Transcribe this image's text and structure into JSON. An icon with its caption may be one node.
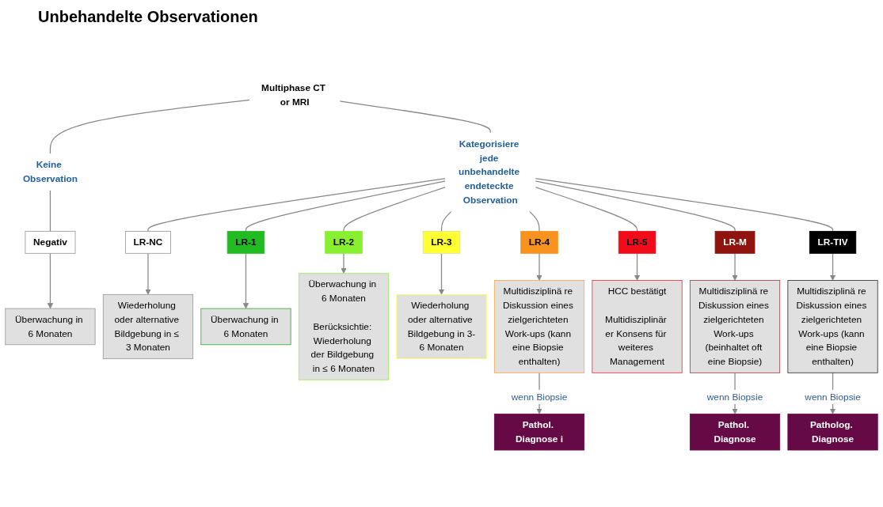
{
  "diagram": {
    "title": "Unbehandelte Observationen",
    "nodes": [
      {
        "text": [
          "Multiphase CT or MRI"
        ]
      },
      {
        "text": [
          "Keine Observation"
        ]
      },
      {
        "text": [
          "Kategorisiere jede unbehandelte endeteckte Observation"
        ]
      },
      {
        "text": [
          "Negativ"
        ]
      },
      {
        "text": [
          "LR-NC"
        ]
      },
      {
        "text": [
          "LR-1"
        ]
      },
      {
        "text": [
          "LR-2"
        ]
      },
      {
        "text": [
          "LR-3"
        ]
      },
      {
        "text": [
          "LR-4"
        ]
      },
      {
        "text": [
          "LR-5"
        ]
      },
      {
        "text": [
          "LR-M"
        ]
      },
      {
        "text": [
          "LR-TIV"
        ]
      },
      {
        "text": [
          "Überwachung in 6 Monaten"
        ]
      },
      {
        "text": [
          "Wiederholung oder alternative Bildgebung in ≤ 3 Monaten"
        ]
      },
      {
        "text": [
          "Überwachung in 6 Monaten"
        ]
      },
      {
        "text": [
          "Überwachung in 6 Monaten",
          "Berücksichtie: Wiederholung der Bildgebung in ≤ 6 Monaten"
        ]
      },
      {
        "text": [
          "Wiederholung oder alternative Bildgebung in 3-6 Monaten"
        ]
      },
      {
        "text": [
          "Multidisziplinä re Diskussion eines zielgerichteten Work-ups (kann eine Biopsie enthalten)"
        ]
      },
      {
        "text": [
          "HCC bestätigt",
          "Multidisziplinär er Konsens für weiteres Management"
        ]
      },
      {
        "text": [
          "Multidisziplinä re Diskussion eines zielgerichteten Work-ups (beinhaltet oft eine Biopsie)"
        ]
      },
      {
        "text": [
          "Multidisziplinä re Diskussion eines zielgerichteten Work-ups (kann eine Biopsie enthalten)"
        ]
      },
      {
        "text": [
          "Pathol. Diagnose i"
        ]
      },
      {
        "text": [
          "Pathol. Diagnose"
        ]
      },
      {
        "text": [
          "Patholog. Diagnose"
        ]
      }
    ],
    "edges": [
      {
        "from": 0,
        "to": 1,
        "arrow": "none"
      },
      {
        "from": 0,
        "to": 2,
        "arrow": "none"
      },
      {
        "from": 1,
        "to": 3,
        "arrow": "none"
      },
      {
        "from": 2,
        "to": 4,
        "arrow": "none"
      },
      {
        "from": 2,
        "to": 5,
        "arrow": "none"
      },
      {
        "from": 2,
        "to": 6,
        "arrow": "none"
      },
      {
        "from": 2,
        "to": 7,
        "arrow": "none"
      },
      {
        "from": 2,
        "to": 8,
        "arrow": "none"
      },
      {
        "from": 2,
        "to": 9,
        "arrow": "none"
      },
      {
        "from": 2,
        "to": 10,
        "arrow": "none"
      },
      {
        "from": 2,
        "to": 11,
        "arrow": "none"
      },
      {
        "from": 3,
        "to": 12,
        "arrow": "to"
      },
      {
        "from": 4,
        "to": 13,
        "arrow": "to"
      },
      {
        "from": 5,
        "to": 14,
        "arrow": "to"
      },
      {
        "from": 6,
        "to": 15,
        "arrow": "to"
      },
      {
        "from": 7,
        "to": 16,
        "arrow": "to"
      },
      {
        "from": 8,
        "to": 17,
        "arrow": "to"
      },
      {
        "from": 9,
        "to": 18,
        "arrow": "to"
      },
      {
        "from": 10,
        "to": 19,
        "arrow": "to"
      },
      {
        "from": 11,
        "to": 20,
        "arrow": "to"
      },
      {
        "from": 17,
        "to": 21,
        "label": "wenn Biopsie",
        "arrow": "to"
      },
      {
        "from": 19,
        "to": 22,
        "label": "wenn Biopsie",
        "arrow": "to"
      },
      {
        "from": 20,
        "to": 23,
        "label": "wenn Biopsie",
        "arrow": "to"
      }
    ]
  }
}
